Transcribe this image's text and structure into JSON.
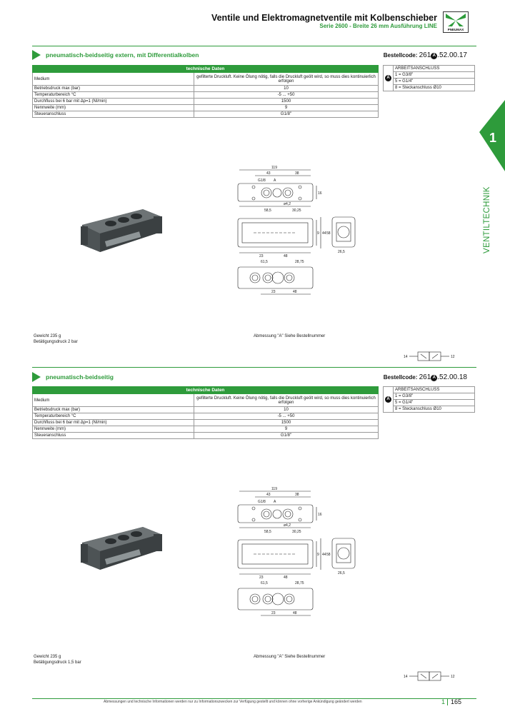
{
  "header": {
    "title": "Ventile und Elektromagnetventile mit Kolbenschieber",
    "subtitle": "Serie 2600 - Breite 26 mm Ausführung LINE",
    "logo_text": "PNEUMAX"
  },
  "side_tab": {
    "number": "1",
    "label": "VENTILTECHNIK"
  },
  "sections": [
    {
      "title": "pneumatisch-beidseitig extern, mit Differentialkolben",
      "bestell_label": "Bestellcode:",
      "code_prefix": "261",
      "badge": "A",
      "code_suffix": ".52.00.17",
      "table_header": "technische Daten",
      "rows": [
        {
          "label": "Medium",
          "value": "gefilterte Druckluft. Keine Ölung nötig, falls die Druckluft geölt wird, so muss dies kontinuierlich erfolgen"
        },
        {
          "label": "Betriebsdruck max (bar)",
          "value": "10"
        },
        {
          "label": "Temperaturbereich °C",
          "value": "-5 ... +50"
        },
        {
          "label": "Durchfluss bei 6 bar mit Δp=1 (Nl/min)",
          "value": "1500"
        },
        {
          "label": "Nennweite (mm)",
          "value": "9"
        },
        {
          "label": "Steueranschluss",
          "value": "G1/8\""
        }
      ],
      "ports_header": "ARBEITSANSCHLUSS",
      "ports": [
        "1 = G3/8\"",
        "5 = G1/4\"",
        "8 = Steckanschluss Ø10"
      ],
      "weight": "Gewicht 235 g",
      "actuation": "Betätigungsdruck 2 bar",
      "dim_note": "Abmessung \"A\" Siehe Bestellnummer",
      "symbol_left": "14",
      "symbol_right": "12"
    },
    {
      "title": "pneumatisch-beidseitig",
      "bestell_label": "Bestellcode:",
      "code_prefix": "261",
      "badge": "A",
      "code_suffix": ".52.00.18",
      "table_header": "technische Daten",
      "rows": [
        {
          "label": "Medium",
          "value": "gefilterte Druckluft. Keine Ölung nötig, falls die Druckluft geölt wird, so muss dies kontinuierlich erfolgen"
        },
        {
          "label": "Betriebsdruck max (bar)",
          "value": "10"
        },
        {
          "label": "Temperaturbereich °C",
          "value": "-5 ... +50"
        },
        {
          "label": "Durchfluss bei 6 bar mit Δp=1 (Nl/min)",
          "value": "1500"
        },
        {
          "label": "Nennweite (mm)",
          "value": "9"
        },
        {
          "label": "Steueranschluss",
          "value": "G1/8\""
        }
      ],
      "ports_header": "ARBEITSANSCHLUSS",
      "ports": [
        "1 = G3/8\"",
        "5 = G1/4\"",
        "8 = Steckanschluss Ø10"
      ],
      "weight": "Gewicht 235 g",
      "actuation": "Betätigungsdruck 1,5 bar",
      "dim_note": "Abmessung \"A\" Siehe Bestellnummer",
      "symbol_left": "14",
      "symbol_right": "12"
    }
  ],
  "drawing_labels": {
    "overall": "119",
    "w43": "43",
    "w38": "38",
    "g18": "G1/8",
    "a": "A",
    "d42": "ø4,2",
    "w585": "58,5",
    "w3025": "30,25",
    "h44": "44",
    "h58": "58",
    "w23": "23",
    "w48": "48",
    "w265": "26,5",
    "w615": "61,5",
    "w2875": "28,75",
    "h16": "16",
    "h9": "9"
  },
  "footer": {
    "disclaimer": "Abmessungen und technische Informationen werden nur zu Informationszwecken zur Verfügung gestellt und können ohne vorherige Ankündigung geändert werden",
    "chapter": "1",
    "page": "165"
  },
  "colors": {
    "accent": "#2e9b3b"
  }
}
